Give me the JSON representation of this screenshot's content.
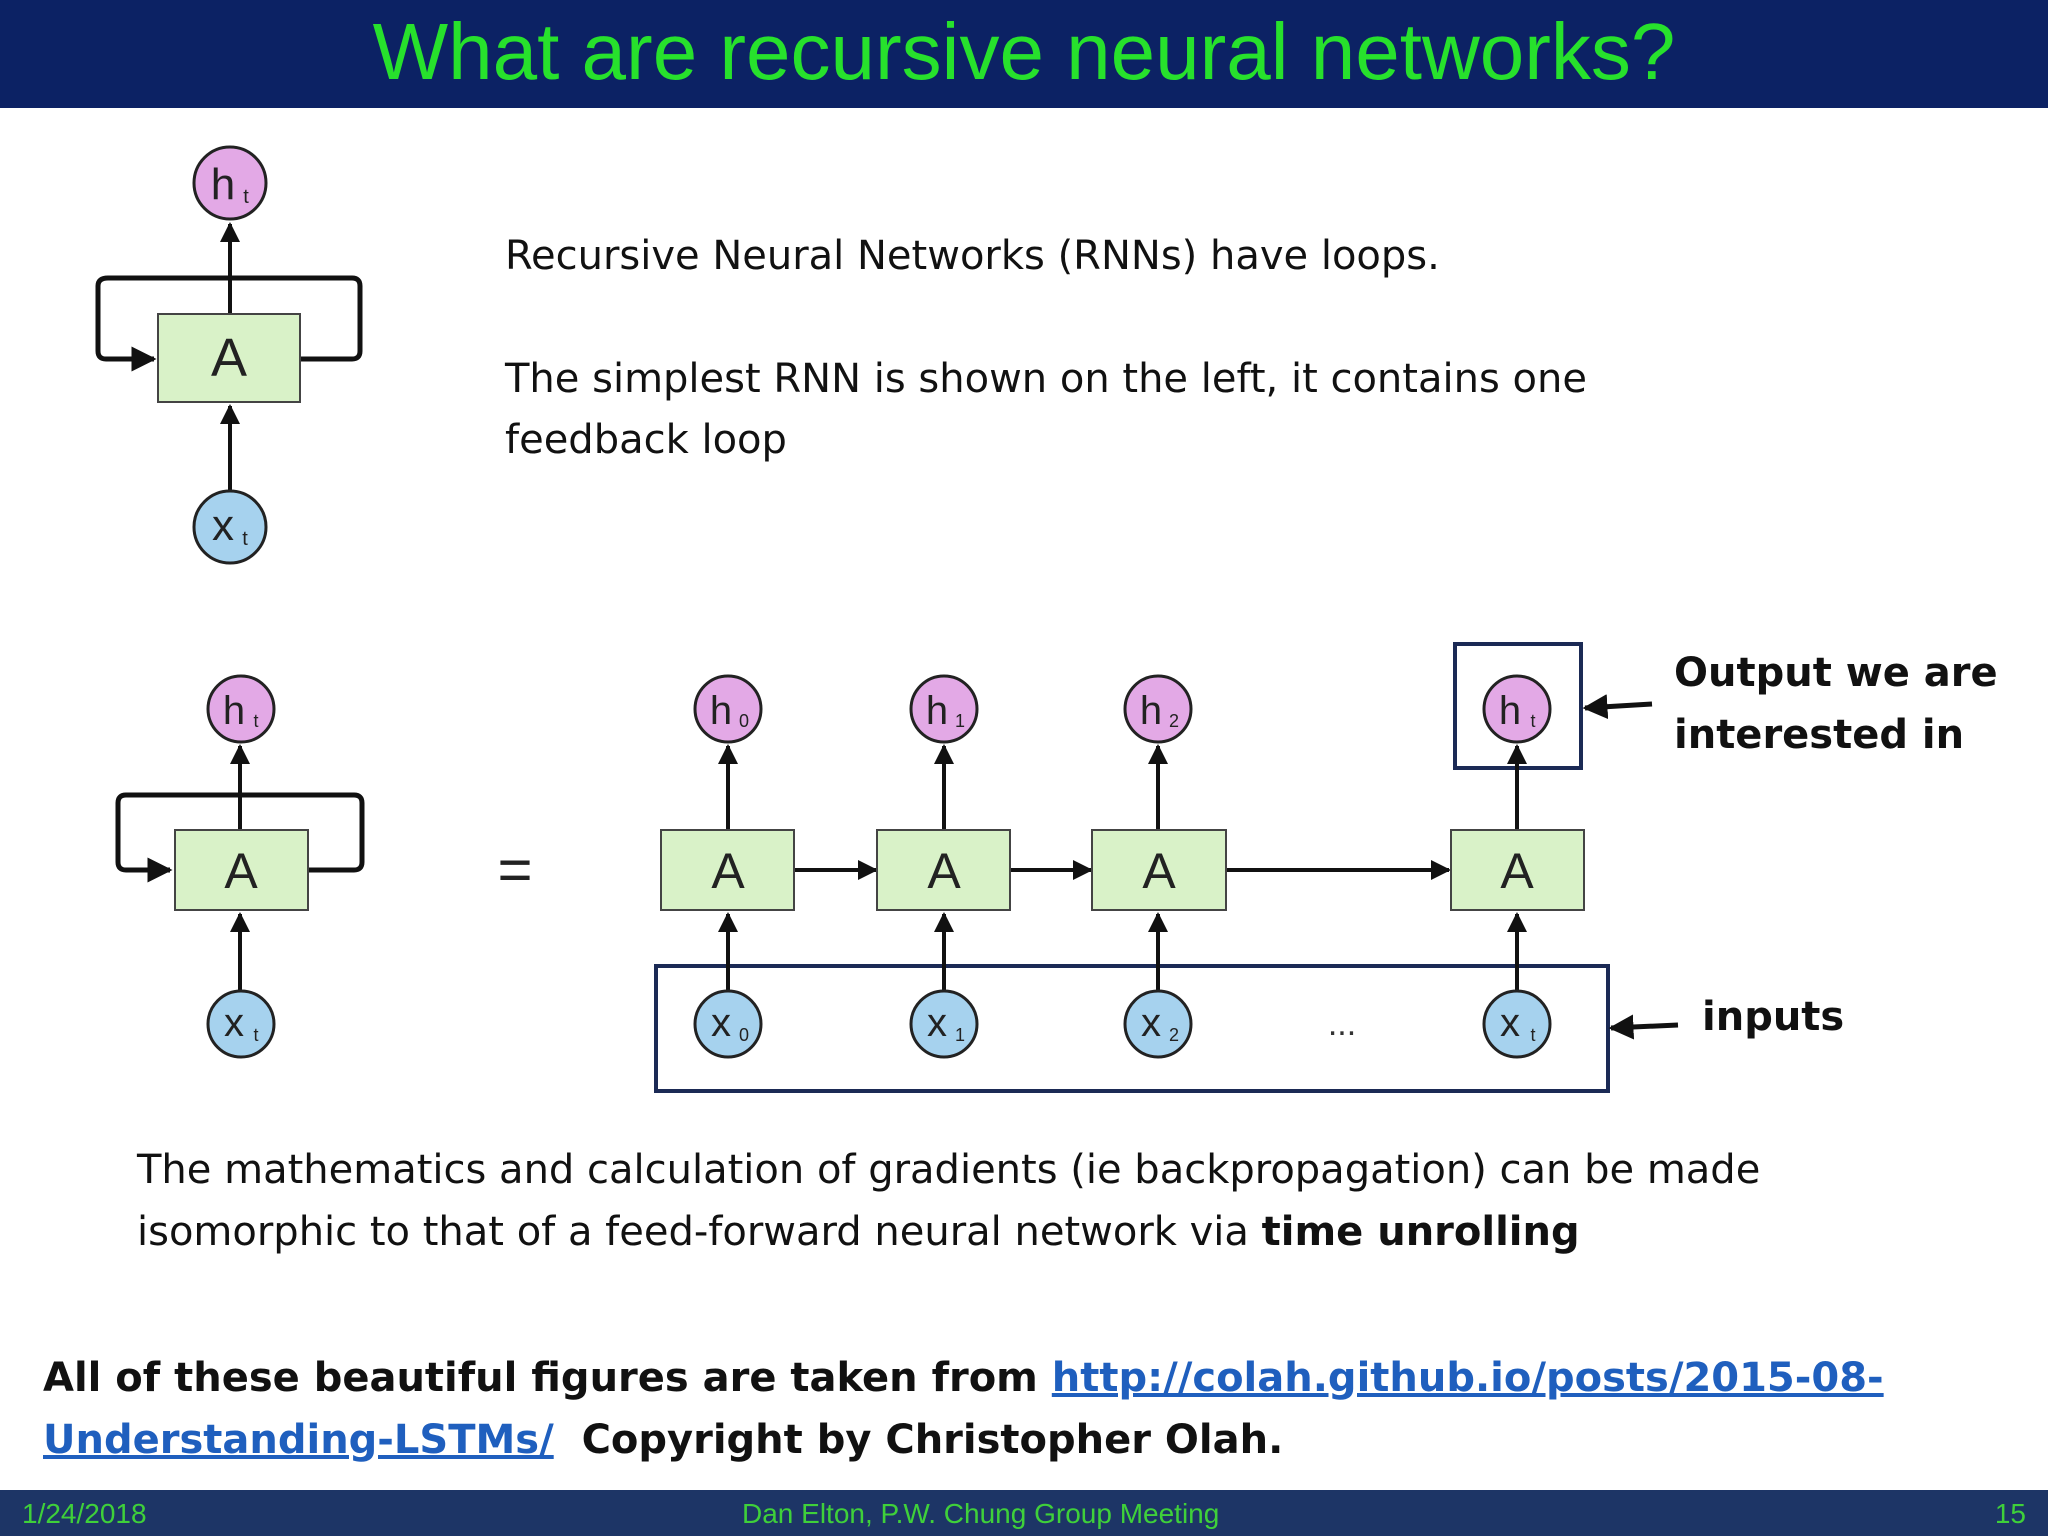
{
  "slide": {
    "title": "What are recursive neural networks?",
    "intro_line1": "Recursive Neural Networks (RNNs) have loops.",
    "intro_line2": "The simplest RNN is shown on the left, it contains one",
    "intro_line3": "feedback loop",
    "output_label_line1": "Output we are",
    "output_label_line2": "interested in",
    "inputs_label": "inputs",
    "body_line1": "The mathematics and calculation of gradients (ie backpropagation) can be made",
    "body_line2_prefix": "isomorphic to that of a feed-forward neural network via ",
    "body_line2_emph": "time unrolling",
    "credit_prefix": "All of these beautiful figures are taken from ",
    "credit_link_part1": "http://colah.github.io/posts/2015-08-",
    "credit_link_part2": "Understanding-LSTMs/",
    "credit_suffix": "Copyright by Christopher Olah."
  },
  "diagram": {
    "cell_label": "A",
    "equals": "=",
    "ellipsis": "...",
    "hidden_letter": "h",
    "input_letter": "x",
    "subscripts": [
      "t",
      "0",
      "1",
      "2",
      "t"
    ]
  },
  "footer": {
    "date": "1/24/2018",
    "center": "Dan Elton, P.W. Chung Group Meeting",
    "page": "15"
  },
  "colors": {
    "title_bg": "#0c2264",
    "title_text": "#27e12c",
    "footer_bg": "#1d3566",
    "footer_text": "#3fd03a",
    "cell_fill": "#d9f2c8",
    "hidden_fill": "#e3a9e6",
    "input_fill": "#a6d2ee",
    "frame": "#1b2a55",
    "link": "#1f5fbe"
  }
}
